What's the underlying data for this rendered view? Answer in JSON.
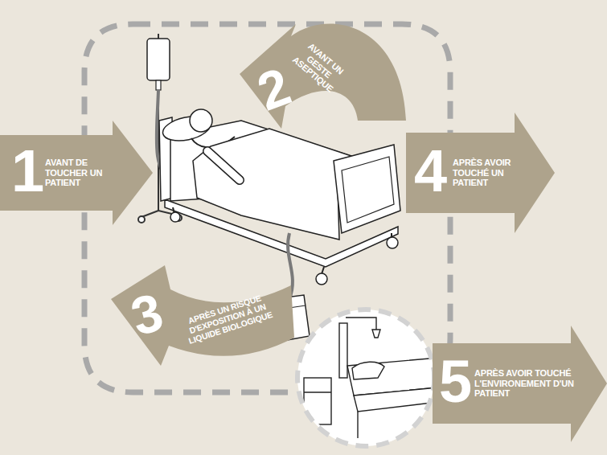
{
  "diagram": {
    "nodes": [
      {
        "text": [
          "1",
          "AVANT DE TOUCHER UN PATIENT"
        ]
      },
      {
        "text": [
          "2",
          "AVANT UN GESTE ASEPTIQUE"
        ]
      },
      {
        "text": [
          "3",
          "APRÈS UN RISQUE D'EXPOSITION À UN LIQUIDE BIOLOGIQUE"
        ]
      },
      {
        "text": [
          "4",
          "APRÈS AVOIR TOUCHÉ UN PATIENT"
        ]
      },
      {
        "text": [
          "5",
          "APRÈS AVOIR TOUCHÉ L'ENVIRONEMENT D'UN PATIENT"
        ]
      }
    ]
  }
}
